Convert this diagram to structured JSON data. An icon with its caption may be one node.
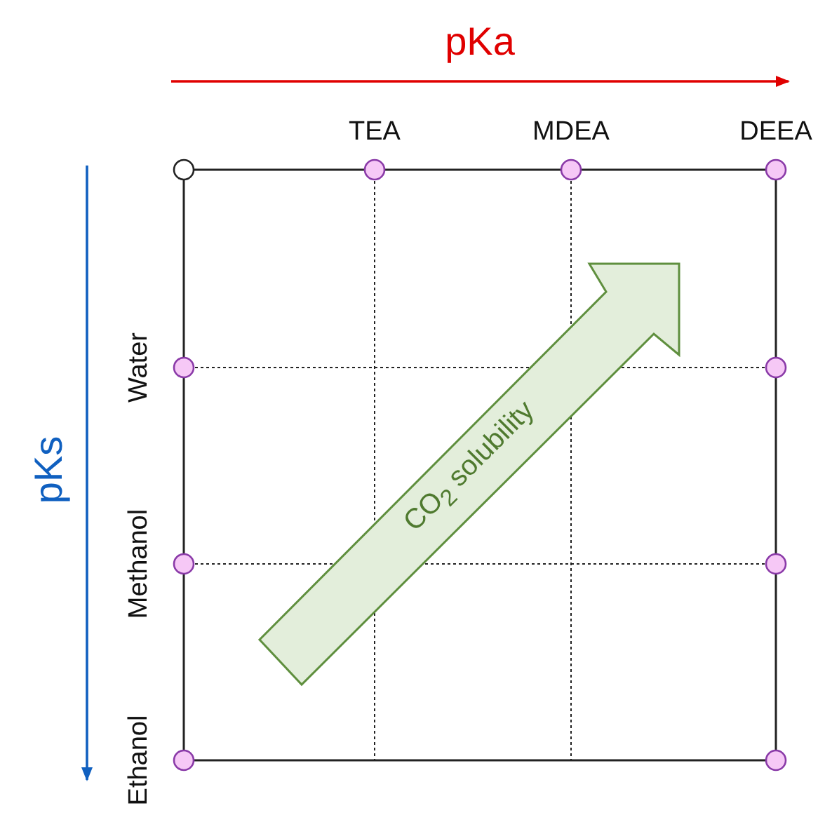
{
  "diagram": {
    "labels": [
      "pKa",
      "TEA",
      "MDEA",
      "DEEA",
      "pKs",
      "Water",
      "Methanol",
      "Ethanol",
      "CO$_{2}$ solubility"
    ]
  }
}
